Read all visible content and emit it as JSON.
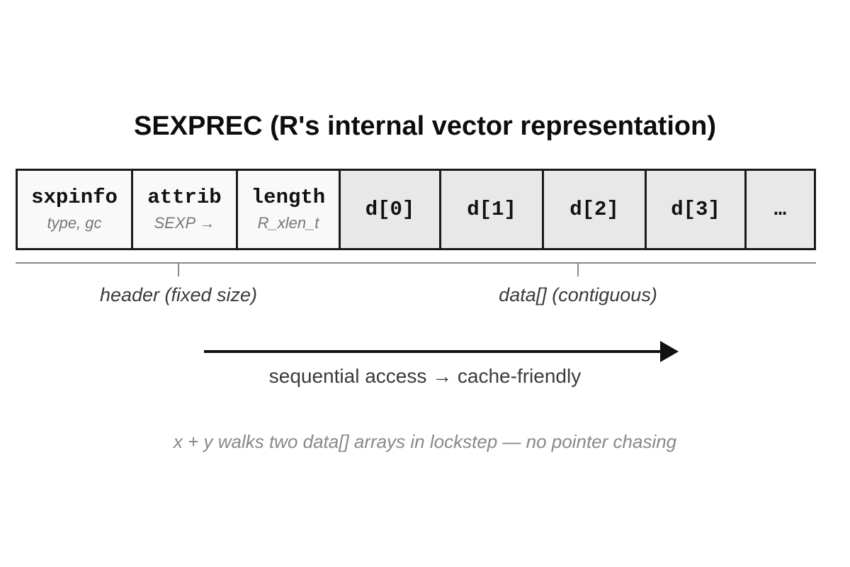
{
  "title": "SEXPREC (R's internal vector representation)",
  "struct": {
    "cells": [
      {
        "label": "sxpinfo",
        "sublabel": "type, gc",
        "kind": "header"
      },
      {
        "label": "attrib",
        "sublabel": "SEXP →",
        "kind": "header"
      },
      {
        "label": "length",
        "sublabel": "R_xlen_t",
        "kind": "header"
      },
      {
        "label": "d[0]",
        "kind": "data"
      },
      {
        "label": "d[1]",
        "kind": "data"
      },
      {
        "label": "d[2]",
        "kind": "data"
      },
      {
        "label": "d[3]",
        "kind": "data"
      },
      {
        "label": "…",
        "kind": "data"
      }
    ]
  },
  "regions": {
    "header_label": "header (fixed size)",
    "data_label": "data[] (contiguous)"
  },
  "arrow_caption": "sequential access → cache-friendly",
  "footnote": "x + y walks two data[] arrays in lockstep — no pointer chasing",
  "colors": {
    "header_cell_bg": "#f9f9f9",
    "data_cell_bg": "#e8e8e8",
    "cell_border": "#1a1a1a",
    "sublabel_text": "#777777",
    "region_line": "#8a8a8a",
    "region_label_text": "#3a3a3a",
    "arrow": "#111111",
    "caption_text": "#3a3a3a",
    "footnote_text": "#888888"
  }
}
